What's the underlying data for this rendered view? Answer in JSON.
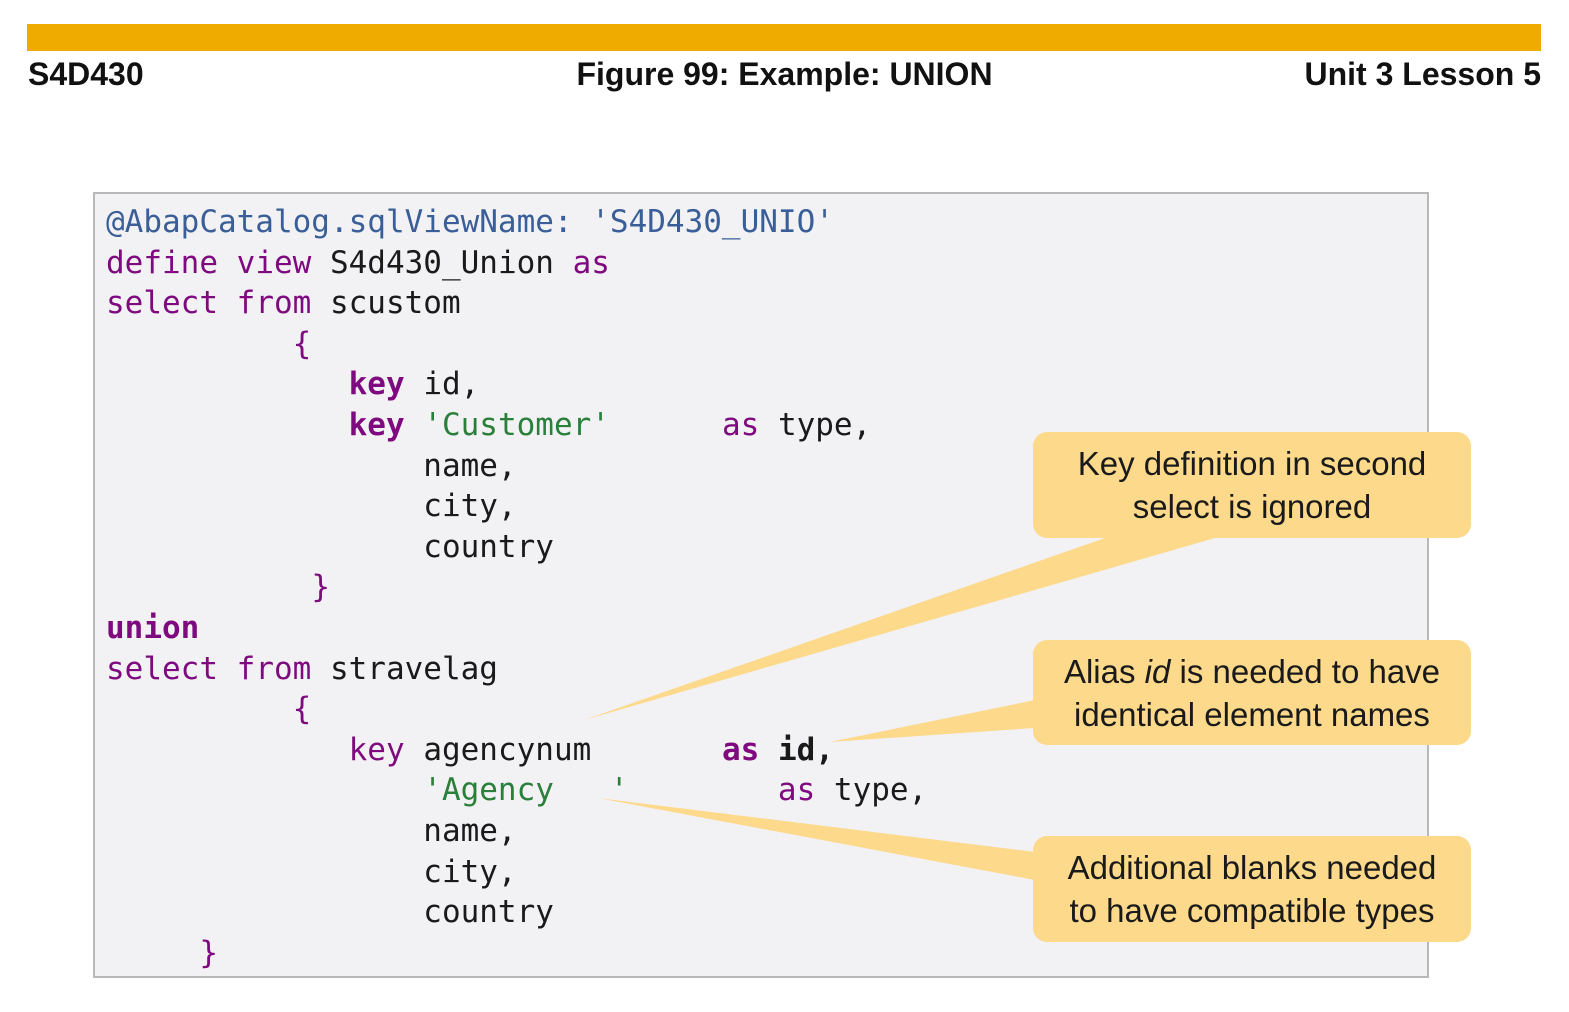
{
  "header": {
    "course": "S4D430",
    "title": "Figure 99: Example: UNION",
    "unit": "Unit 3 Lesson 5"
  },
  "code": {
    "l1_anno": "@AbapCatalog.sqlViewName:",
    "l1_str": "'S4D430_UNIO'",
    "l2_kw1": "define",
    "l2_kw2": "view",
    "l2_name": "S4d430_Union",
    "l2_kw3": "as",
    "l3_kw1": "select",
    "l3_kw2": "from",
    "l3_tab": "scustom",
    "l4_brace": "{",
    "l5_kw": "key",
    "l5_field": "id,",
    "l6_kw": "key",
    "l6_str": "'Customer'",
    "l6_as": "as",
    "l6_field": "type,",
    "l7_field": "name,",
    "l8_field": "city,",
    "l9_field": "country",
    "l10_brace": "}",
    "l11_kw": "union",
    "l12_kw1": "select",
    "l12_kw2": "from",
    "l12_tab": "stravelag",
    "l13_brace": "{",
    "l14_kw": "key",
    "l14_field": "agencynum",
    "l14_as": "as",
    "l14_alias": "id,",
    "l15_str": "'Agency   '",
    "l15_as": "as",
    "l15_field": "type,",
    "l16_field": "name,",
    "l17_field": "city,",
    "l18_field": "country",
    "l19_brace": "}"
  },
  "callouts": {
    "c1_line1": "Key definition in second",
    "c1_line2": "select is ignored",
    "c2_pre": "Alias ",
    "c2_em": "id",
    "c2_post": " is needed to have",
    "c2_line2": "identical element names",
    "c3_line1": "Additional blanks needed",
    "c3_line2": "to have compatible types"
  },
  "colors": {
    "accent_bar": "#F0AB00",
    "callout_fill": "#FCD98B",
    "keyword": "#7f0a7f",
    "string": "#2a7f3a",
    "annotation": "#3a5f98"
  }
}
